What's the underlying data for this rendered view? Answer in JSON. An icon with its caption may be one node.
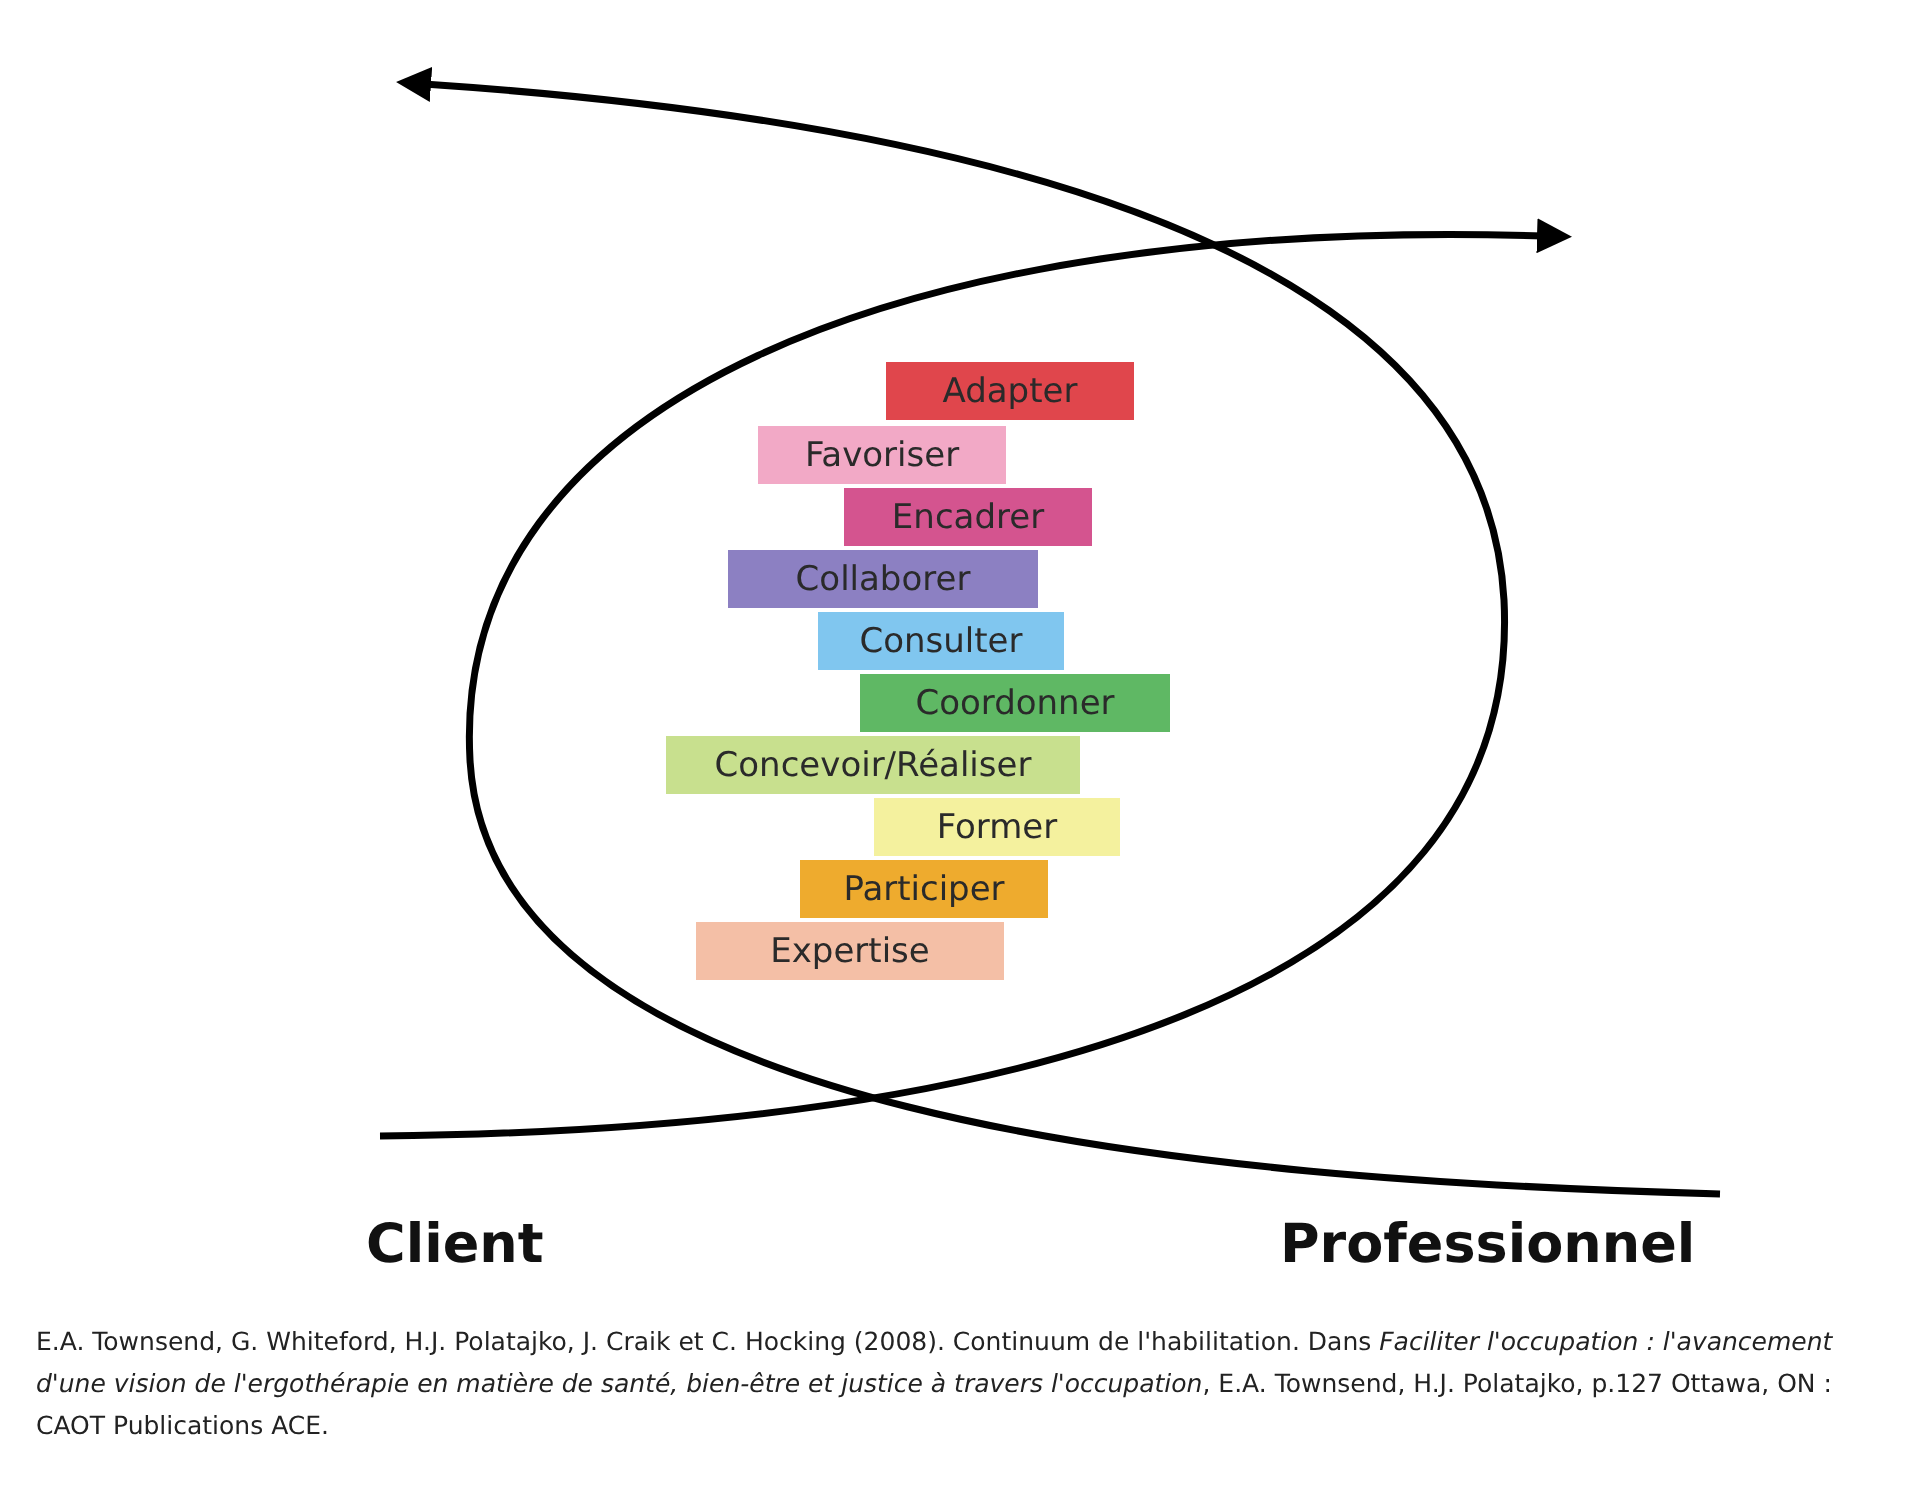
{
  "diagram": {
    "caption": "E.A. Townsend, G. Whiteford, H.J. Polatajko, J. Craik et C. Hocking (2008). Continuum de l'habilitation. Dans *Faciliter l'occupation : l'avancement d'une vision de l'ergothérapie en matière de santé, bien-être et justice à travers l'occupation*, E.A. Townsend, H.J. Polatajko, p.127 Ottawa, ON : CAOT Publications ACE.",
    "nodes": [
      {
        "text": [
          "Adapter"
        ]
      },
      {
        "text": [
          "Favoriser"
        ]
      },
      {
        "text": [
          "Encadrer"
        ]
      },
      {
        "text": [
          "Collaborer"
        ]
      },
      {
        "text": [
          "Consulter"
        ]
      },
      {
        "text": [
          "Coordonner"
        ]
      },
      {
        "text": [
          "Concevoir/Réaliser"
        ]
      },
      {
        "text": [
          "Former"
        ]
      },
      {
        "text": [
          "Participer"
        ]
      },
      {
        "text": [
          "Expertise"
        ]
      }
    ],
    "edges": [],
    "labels": [
      "Client",
      "Professionnel"
    ]
  }
}
